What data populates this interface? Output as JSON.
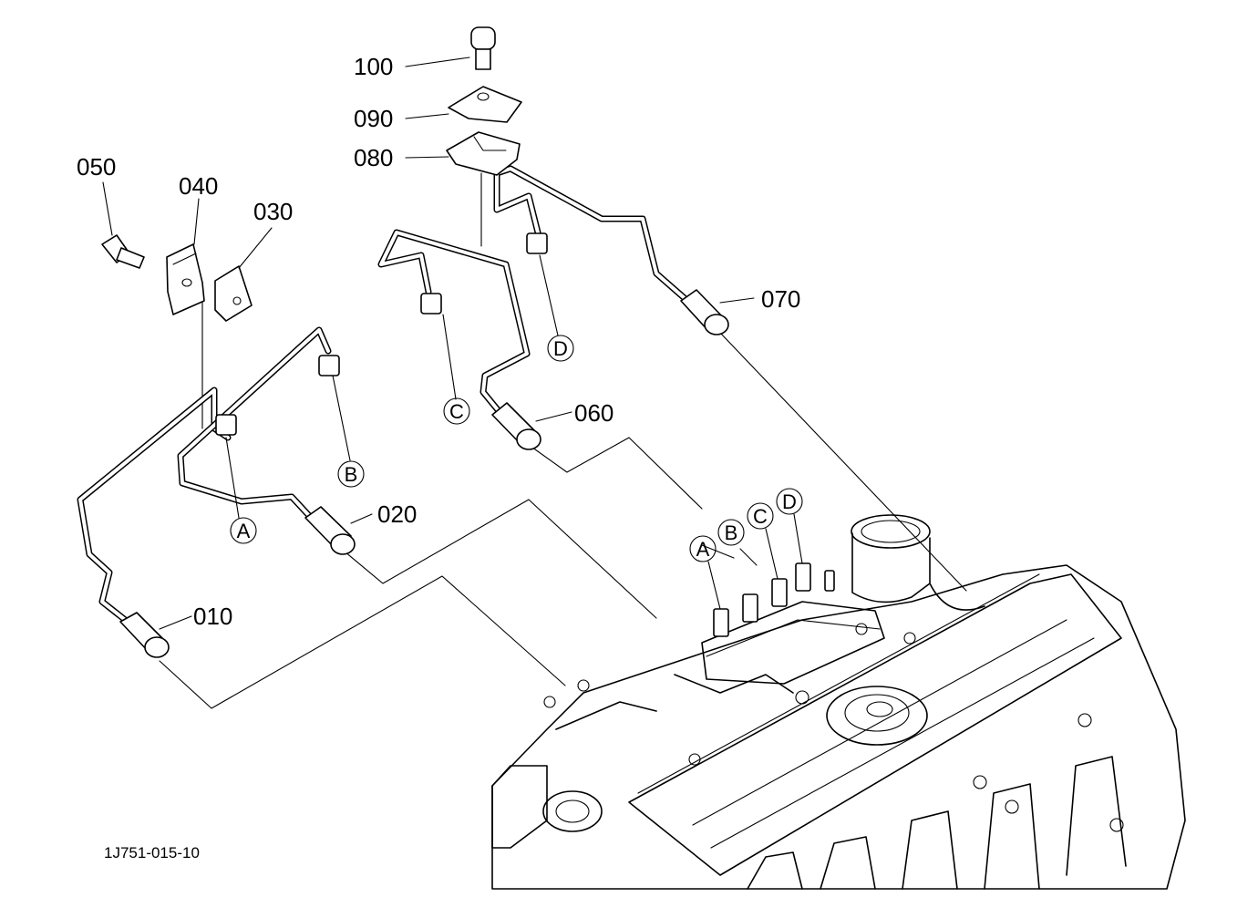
{
  "part_labels": [
    "100",
    "090",
    "080",
    "050",
    "040",
    "030",
    "070",
    "060",
    "020",
    "010"
  ],
  "connector_labels": {
    "a": "A",
    "b": "B",
    "c": "C",
    "d": "D"
  },
  "drawing_code": "1J751-015-10",
  "colors": {
    "line": "#000000",
    "background": "#ffffff"
  }
}
